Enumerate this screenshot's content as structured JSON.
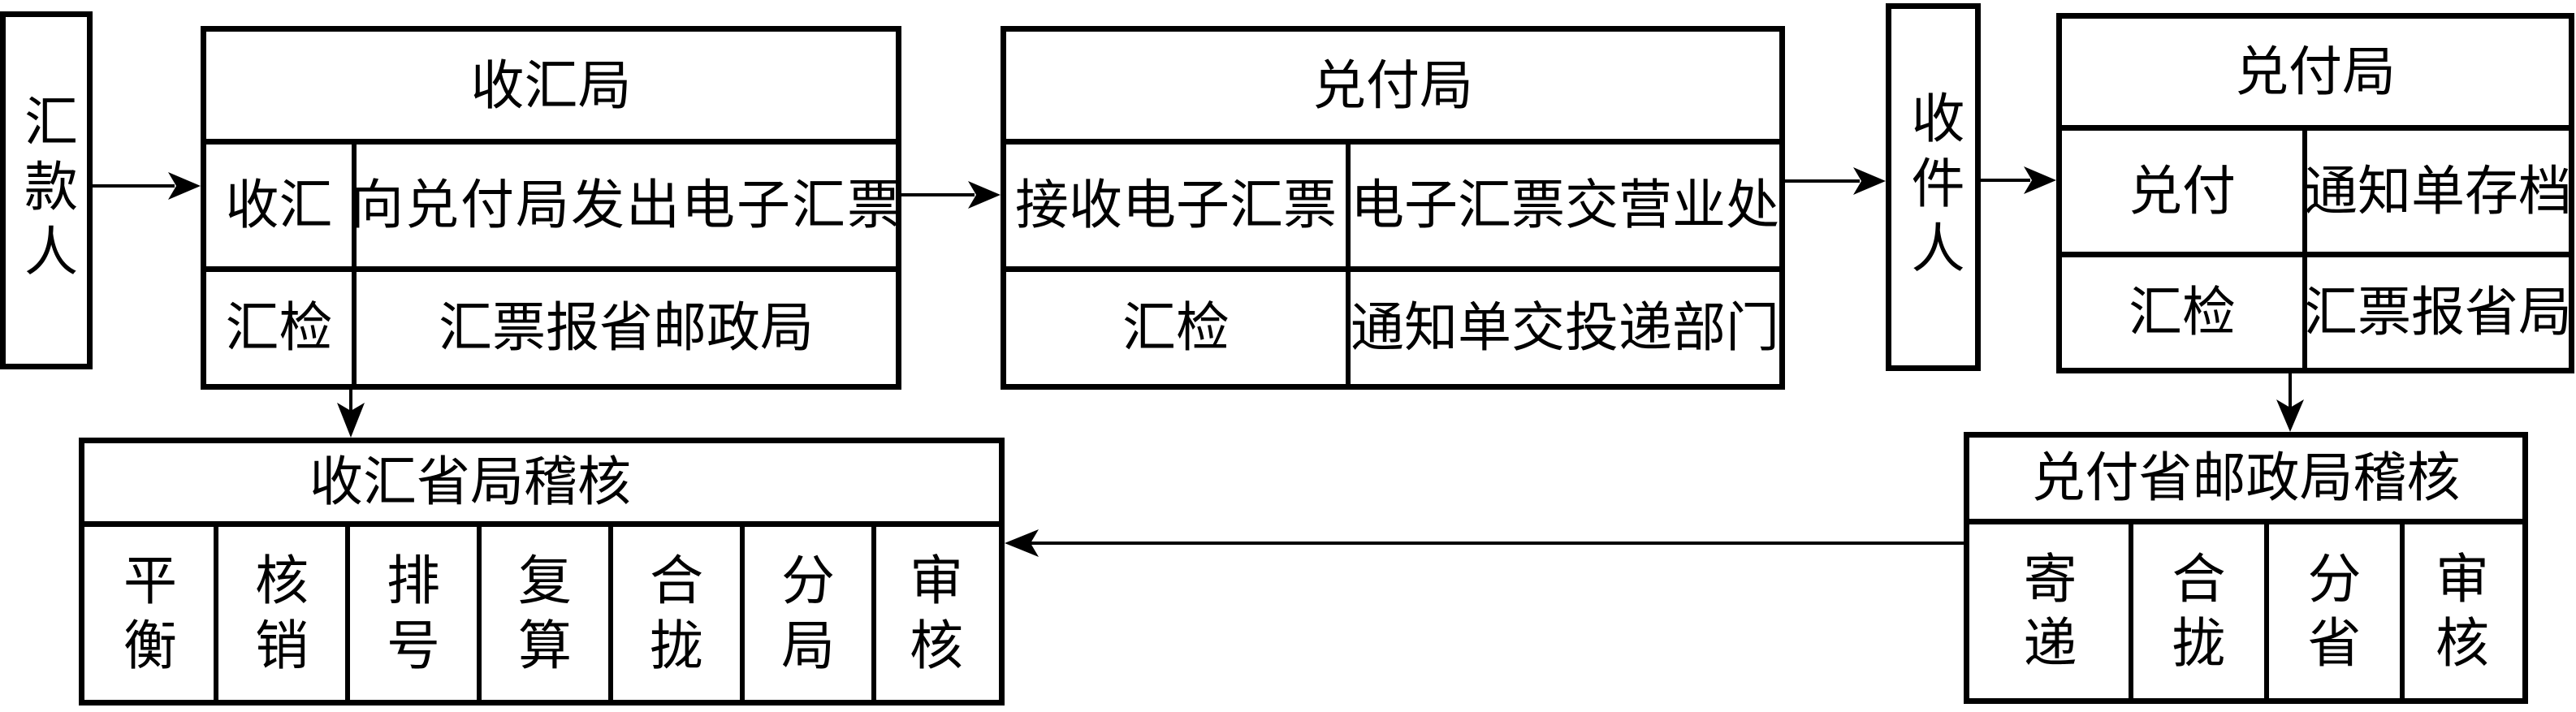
{
  "remitter": {
    "label": "汇款人"
  },
  "receiving_office": {
    "title": "收汇局",
    "rows": [
      {
        "left": "收汇",
        "right": "向兑付局发出电子汇票"
      },
      {
        "left": "汇检",
        "right": "汇票报省邮政局"
      }
    ]
  },
  "paying_office": {
    "title": "兑付局",
    "rows": [
      {
        "left": "接收电子汇票",
        "right": "电子汇票交营业处"
      },
      {
        "left": "汇检",
        "right": "通知单交投递部门"
      }
    ]
  },
  "recipient": {
    "label": "收件人"
  },
  "paying_office_2": {
    "title": "兑付局",
    "rows": [
      {
        "left": "兑付",
        "right": "通知单存档"
      },
      {
        "left": "汇检",
        "right": "汇票报省局"
      }
    ]
  },
  "receiving_province_audit": {
    "title": "收汇省局稽核",
    "steps": [
      [
        "平",
        "衡"
      ],
      [
        "核",
        "销"
      ],
      [
        "排",
        "号"
      ],
      [
        "复",
        "算"
      ],
      [
        "合",
        "拢"
      ],
      [
        "分",
        "局"
      ],
      [
        "审",
        "核"
      ]
    ]
  },
  "paying_province_audit": {
    "title": "兑付省邮政局稽核",
    "steps": [
      [
        "寄",
        "递"
      ],
      [
        "合",
        "拢"
      ],
      [
        "分",
        "省"
      ],
      [
        "审",
        "核"
      ]
    ]
  },
  "colors": {
    "stroke": "#000000",
    "background": "#ffffff"
  }
}
